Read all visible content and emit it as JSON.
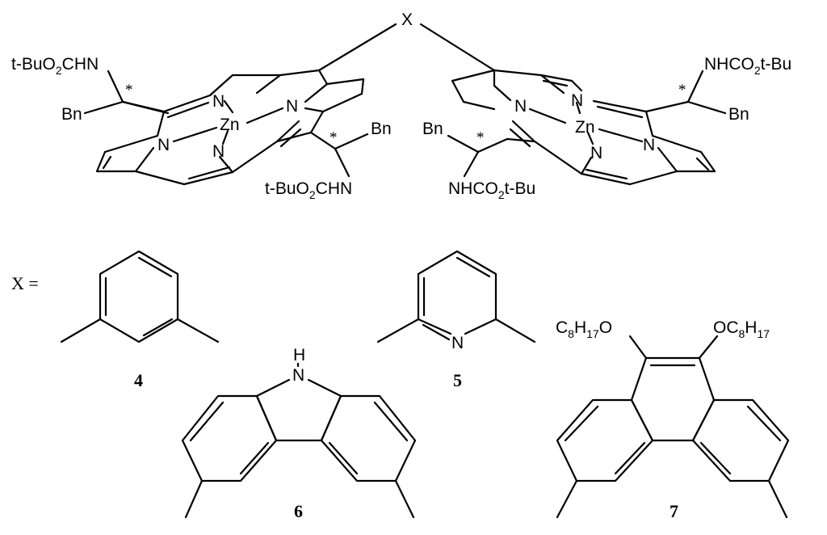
{
  "top": {
    "linker_label": "X",
    "metal": "Zn",
    "nitrogen": "N",
    "substituent_bn": "Bn",
    "stereo_mark": "*",
    "protect_left_a": [
      "t-BuO",
      "2",
      "CHN"
    ],
    "protect_left_b": [
      "t-BuO",
      "2",
      "CHN"
    ],
    "protect_right_a": [
      "NHCO",
      "2",
      "t-Bu"
    ],
    "protect_right_b": [
      "NHCO",
      "2",
      "t-Bu"
    ]
  },
  "x_def": "X =",
  "compounds": {
    "c4": {
      "number": "4"
    },
    "c5": {
      "number": "5",
      "hetero": "N"
    },
    "c6": {
      "number": "6",
      "hetero": "N",
      "h": "H"
    },
    "c7": {
      "number": "7",
      "left_sub": [
        "C",
        "8",
        "H",
        "17",
        "O"
      ],
      "right_sub": [
        "OC",
        "8",
        "H",
        "17"
      ]
    }
  }
}
